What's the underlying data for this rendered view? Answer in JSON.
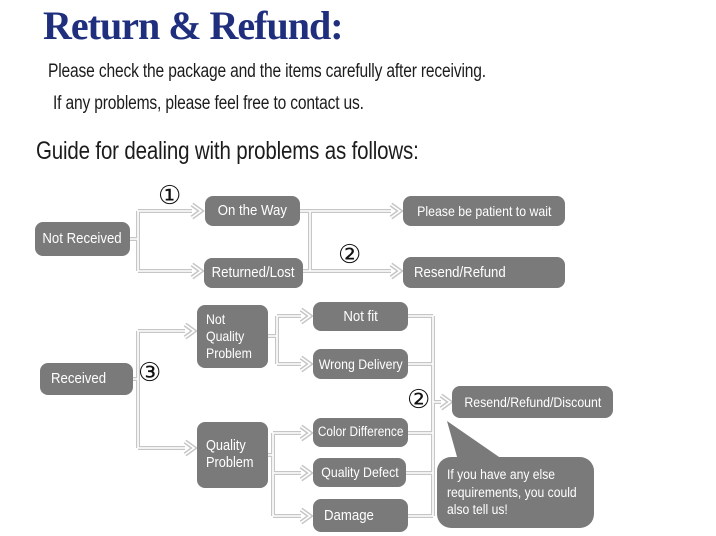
{
  "header": {
    "title": "Return & Refund:",
    "subtitle_line1": "Please check the package and the items carefully after receiving.",
    "subtitle_line2": "If any problems, please feel free to contact us.",
    "guide_heading": "Guide for dealing with problems as follows:"
  },
  "flowchart": {
    "markers": {
      "one": "①",
      "two": "②",
      "three": "③"
    },
    "nodes": {
      "not_received": "Not Received",
      "on_the_way": "On the Way",
      "returned_lost": "Returned/Lost",
      "be_patient": "Please be patient to wait",
      "resend_refund": "Resend/Refund",
      "received": "Received",
      "not_quality_problem": [
        "Not",
        "Quality",
        "Problem"
      ],
      "quality_problem": [
        "Quality",
        "Problem"
      ],
      "not_fit": "Not fit",
      "wrong_delivery": "Wrong Delivery",
      "color_difference": "Color Difference",
      "quality_defect": "Quality Defect",
      "damage": "Damage",
      "resend_refund_discount": "Resend/Refund/Discount"
    },
    "bubble_lines": [
      "If you have any else",
      "requirements, you could",
      "also tell us!"
    ]
  },
  "colors": {
    "title": "#1f2f7d",
    "text": "#1c1c1c",
    "box": "#7a7a7a",
    "box_text": "#ffffff",
    "line": "#c6c6c6",
    "marker": "#111111"
  }
}
